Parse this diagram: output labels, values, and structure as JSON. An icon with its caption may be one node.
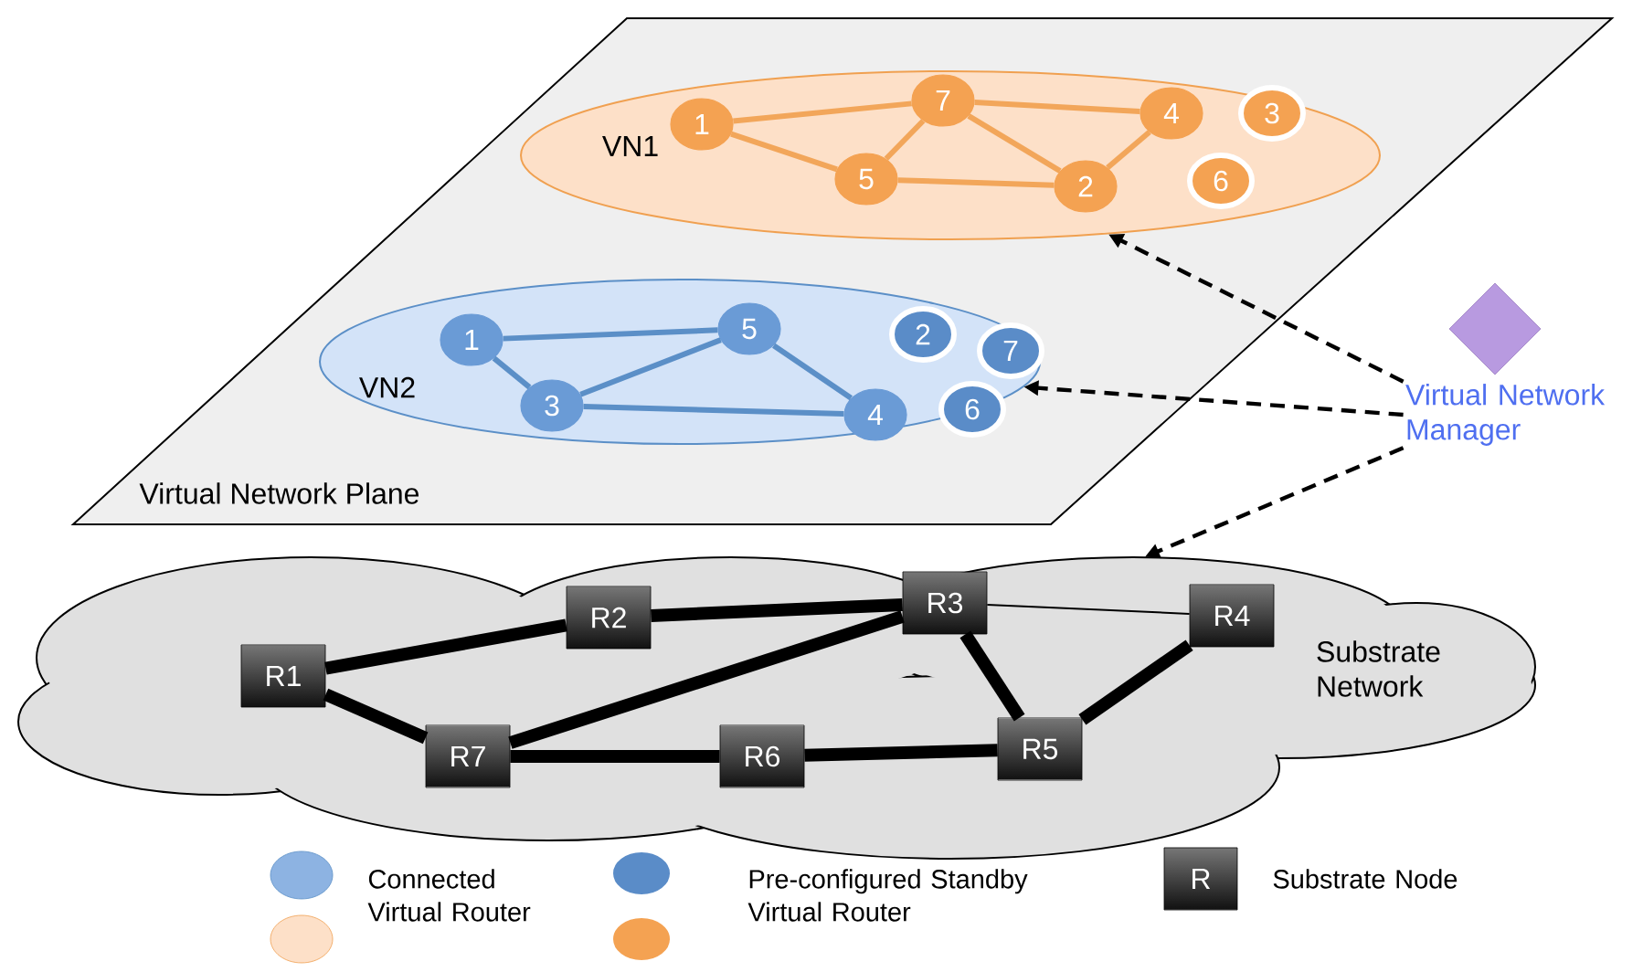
{
  "diagram": {
    "nodes": [
      {
        "text": [
          "Virtual Network Plane"
        ]
      },
      {
        "text": [
          "VN1"
        ],
        "in": 0
      },
      {
        "text": [
          "1"
        ],
        "in": 1
      },
      {
        "text": [
          "7"
        ],
        "in": 1
      },
      {
        "text": [
          "4"
        ],
        "in": 1
      },
      {
        "text": [
          "3"
        ],
        "in": 1
      },
      {
        "text": [
          "5"
        ],
        "in": 1
      },
      {
        "text": [
          "2"
        ],
        "in": 1
      },
      {
        "text": [
          "6"
        ],
        "in": 1
      },
      {
        "text": [
          "VN2"
        ],
        "in": 0
      },
      {
        "text": [
          "1"
        ],
        "in": 9
      },
      {
        "text": [
          "5"
        ],
        "in": 9
      },
      {
        "text": [
          "2"
        ],
        "in": 9
      },
      {
        "text": [
          "7"
        ],
        "in": 9
      },
      {
        "text": [
          "3"
        ],
        "in": 9
      },
      {
        "text": [
          "4"
        ],
        "in": 9
      },
      {
        "text": [
          "6"
        ],
        "in": 9
      },
      {
        "text": [
          "Virtual Network Manager"
        ]
      },
      {
        "text": [
          "Substrate Network"
        ]
      },
      {
        "text": [
          "R1"
        ],
        "in": 18
      },
      {
        "text": [
          "R2"
        ],
        "in": 18
      },
      {
        "text": [
          "R3"
        ],
        "in": 18
      },
      {
        "text": [
          "R4"
        ],
        "in": 18
      },
      {
        "text": [
          "R7"
        ],
        "in": 18
      },
      {
        "text": [
          "R6"
        ],
        "in": 18
      },
      {
        "text": [
          "R5"
        ],
        "in": 18
      }
    ],
    "edges": [
      {
        "from": 2,
        "to": 3,
        "arrow": "none",
        "color": "#f2a65a"
      },
      {
        "from": 2,
        "to": 6,
        "arrow": "none",
        "color": "#f2a65a"
      },
      {
        "from": 3,
        "to": 6,
        "arrow": "none",
        "color": "#f2a65a"
      },
      {
        "from": 3,
        "to": 7,
        "arrow": "none",
        "color": "#f2a65a"
      },
      {
        "from": 3,
        "to": 4,
        "arrow": "none",
        "color": "#f2a65a"
      },
      {
        "from": 6,
        "to": 7,
        "arrow": "none",
        "color": "#f2a65a"
      },
      {
        "from": 7,
        "to": 4,
        "arrow": "none",
        "color": "#f2a65a"
      },
      {
        "from": 10,
        "to": 11,
        "arrow": "none",
        "color": "#5b8fc7"
      },
      {
        "from": 10,
        "to": 14,
        "arrow": "none",
        "color": "#5b8fc7"
      },
      {
        "from": 14,
        "to": 11,
        "arrow": "none",
        "color": "#5b8fc7"
      },
      {
        "from": 11,
        "to": 15,
        "arrow": "none",
        "color": "#5b8fc7"
      },
      {
        "from": 14,
        "to": 15,
        "arrow": "none",
        "color": "#5b8fc7"
      },
      {
        "from": 17,
        "to": 1,
        "arrow": "to",
        "style": "dashed"
      },
      {
        "from": 17,
        "to": 9,
        "arrow": "to",
        "style": "dashed"
      },
      {
        "from": 17,
        "to": 18,
        "arrow": "to",
        "style": "dashed"
      },
      {
        "from": 19,
        "to": 20,
        "arrow": "none",
        "style": "thick"
      },
      {
        "from": 19,
        "to": 23,
        "arrow": "none",
        "style": "thick"
      },
      {
        "from": 20,
        "to": 21,
        "arrow": "none",
        "style": "thick"
      },
      {
        "from": 23,
        "to": 21,
        "arrow": "none",
        "style": "thick"
      },
      {
        "from": 23,
        "to": 24,
        "arrow": "none",
        "style": "thick"
      },
      {
        "from": 24,
        "to": 25,
        "arrow": "none",
        "style": "thick"
      },
      {
        "from": 21,
        "to": 25,
        "arrow": "none",
        "style": "thick"
      },
      {
        "from": 25,
        "to": 22,
        "arrow": "none",
        "style": "thick"
      },
      {
        "from": 21,
        "to": 22,
        "arrow": "none"
      }
    ],
    "labels": [
      "R"
    ],
    "legend": [
      {
        "text": "Connected Virtual Router"
      },
      {
        "text": "Pre-configured Standby Virtual Router"
      },
      {
        "text": "Substrate Node"
      }
    ]
  }
}
